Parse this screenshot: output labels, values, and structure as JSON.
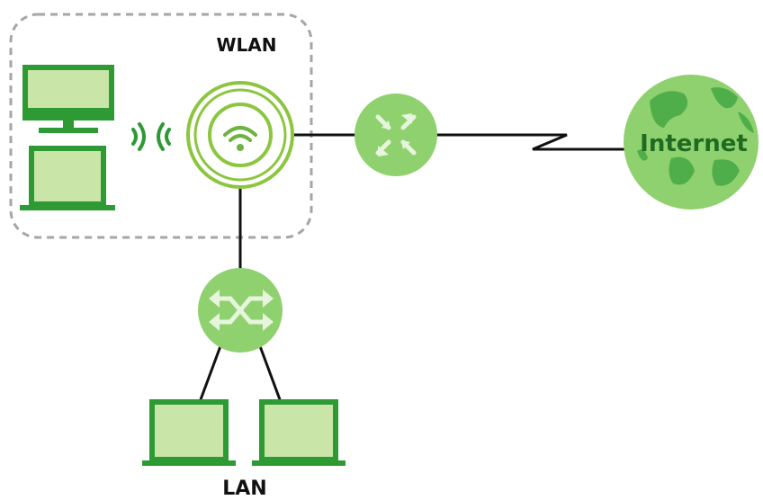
{
  "labels": {
    "wlan": "WLAN",
    "lan": "LAN",
    "internet": "Internet"
  },
  "colors": {
    "dark_green": "#2e9a34",
    "device_fill": "#c9e6a8",
    "node_fill": "#8fd16e",
    "globe_fill": "#8fd16e",
    "globe_land": "#4fae4a",
    "ap_ring": "#8cc63f",
    "line": "#111111",
    "wlan_border": "#a6a6a6"
  },
  "icons": {
    "desktop": "desktop-monitor-icon",
    "laptop": "laptop-icon",
    "access_point": "wifi-access-point-icon",
    "router": "router-icon",
    "switch": "switch-icon",
    "globe": "globe-icon",
    "signal": "wireless-signal-icon"
  }
}
